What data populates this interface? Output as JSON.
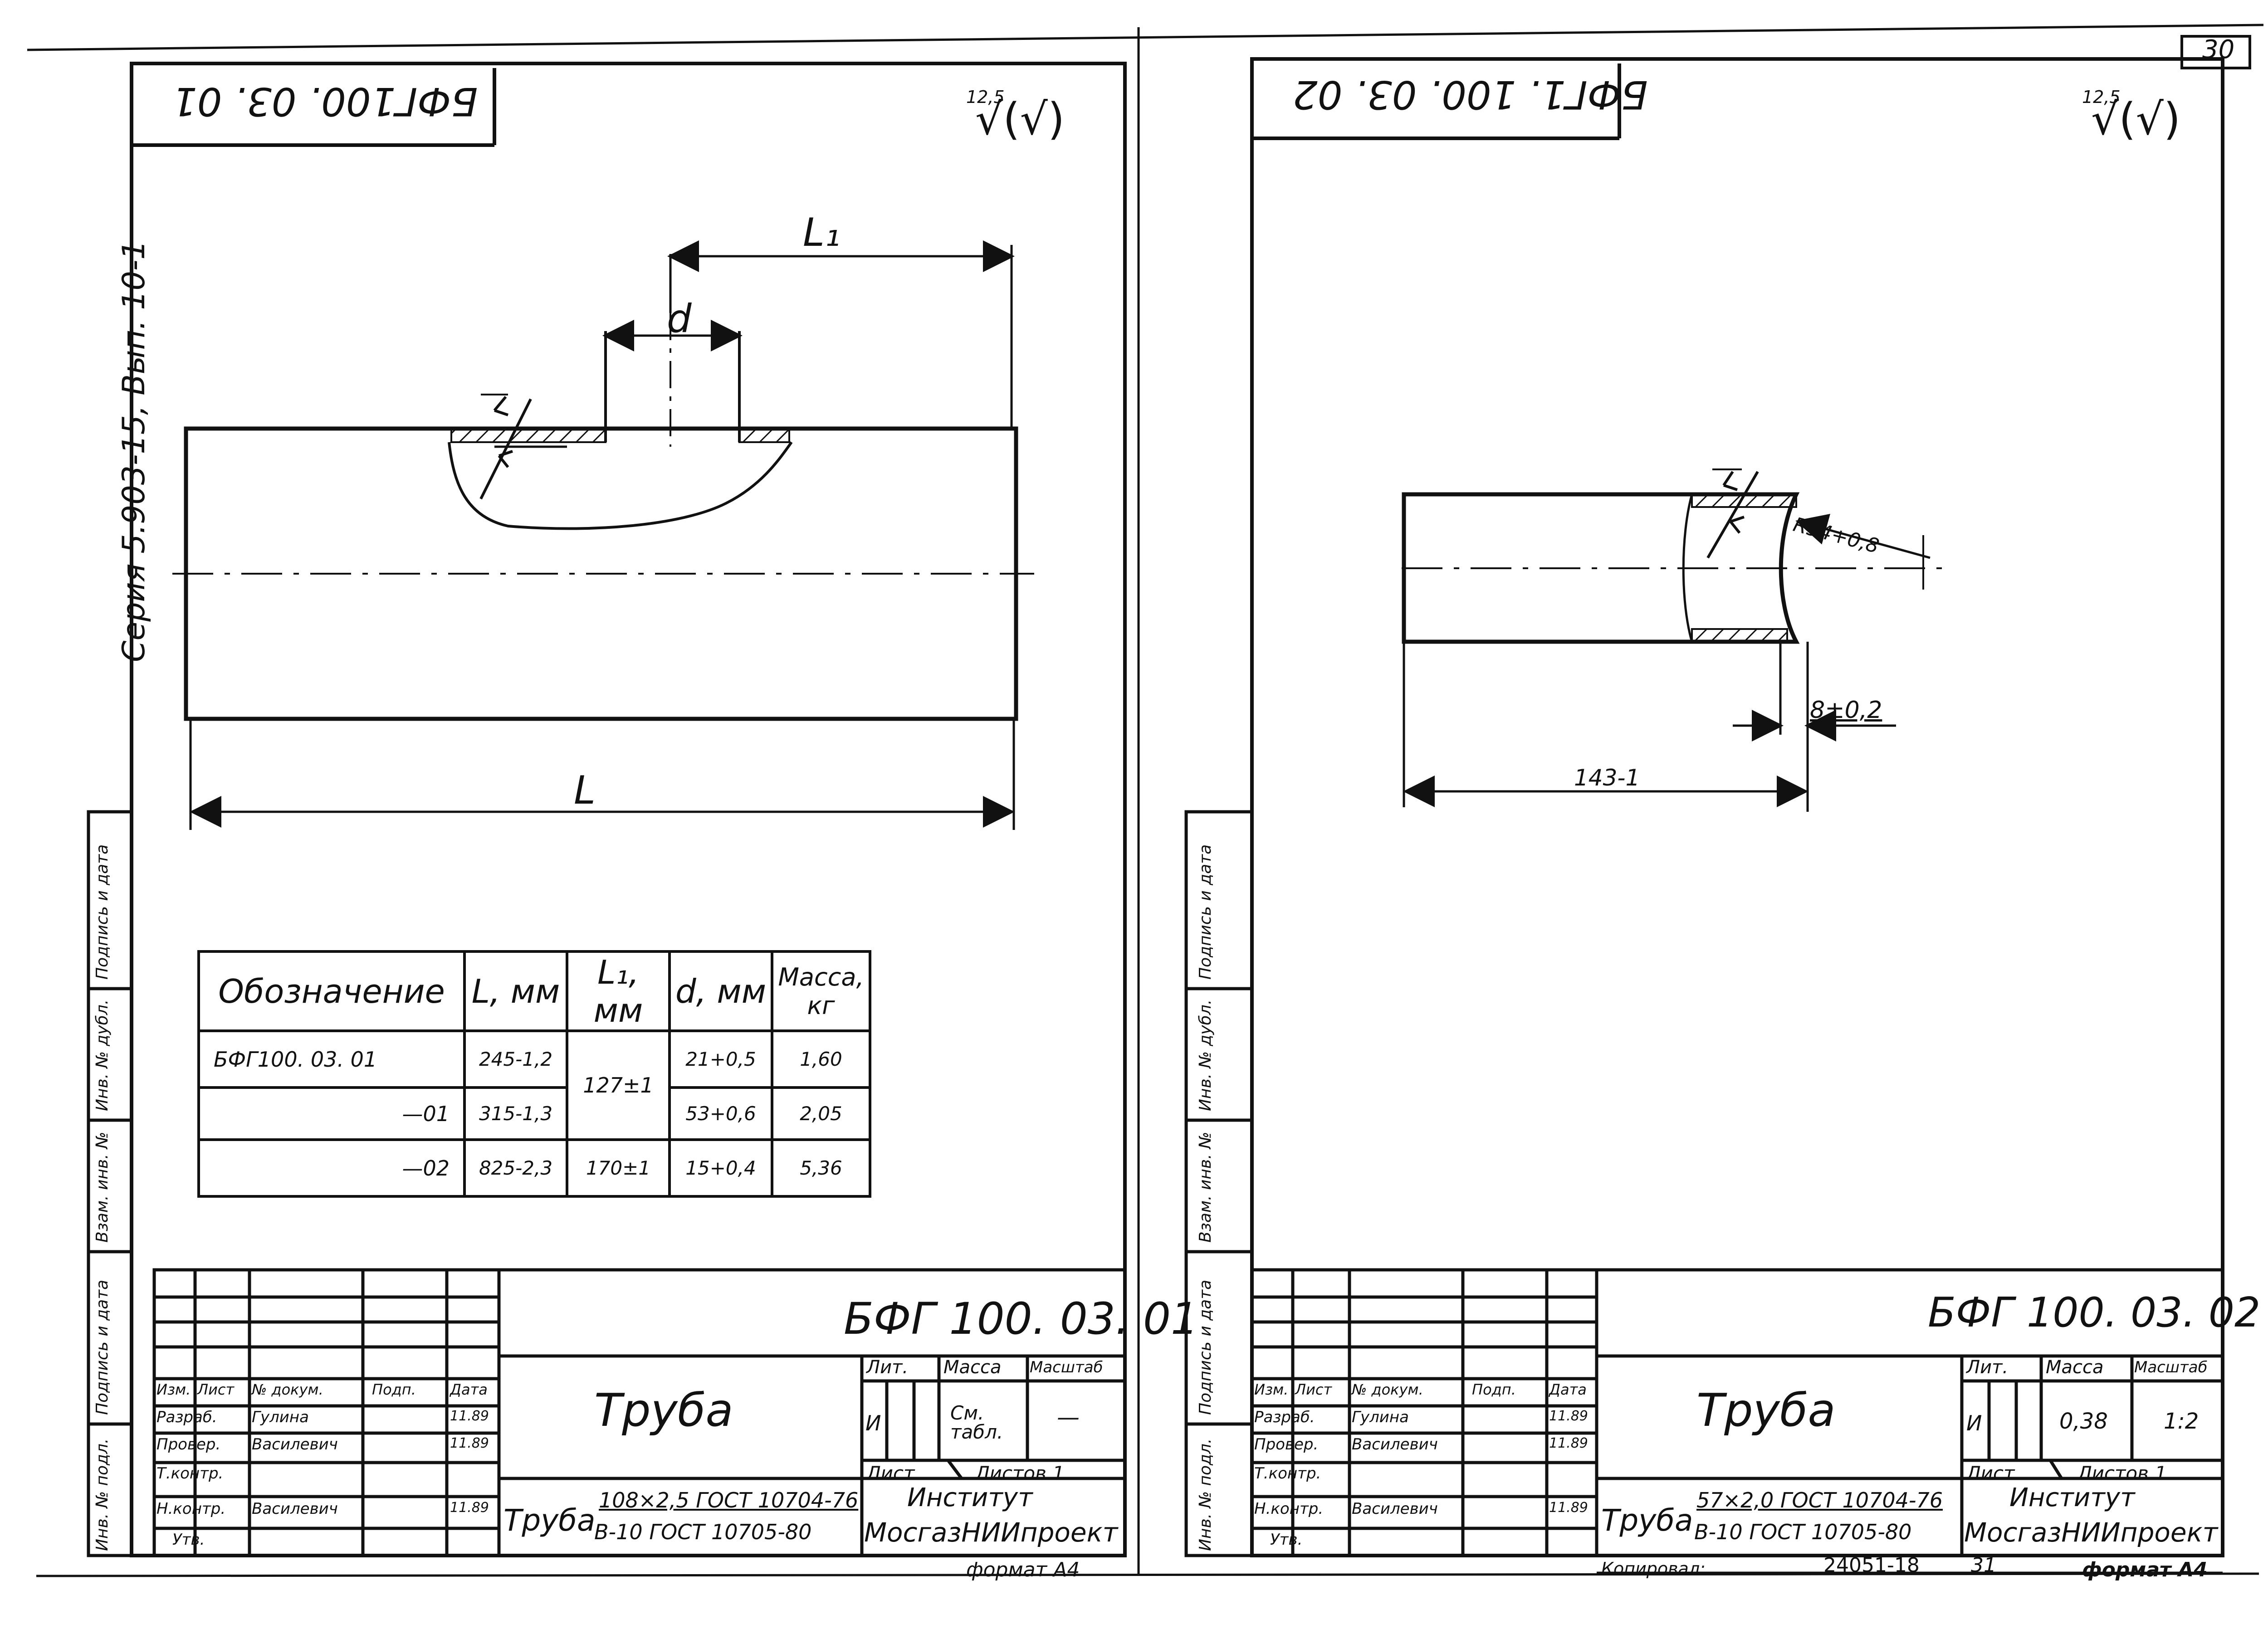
{
  "page_number": "30",
  "series": "Серия 5.903-15, Вып. 10-1",
  "side_labels": [
    "Инв. № подл.",
    "Подпись и дата",
    "Взам. инв. №",
    "Инв. № дубл.",
    "Подпись и дата"
  ],
  "left": {
    "code_box": "БФГ100. 03. 01",
    "roughness_value": "12,5",
    "roughness_symbol": "√(√)",
    "dim_L": "L",
    "dim_L1": "L₁",
    "dim_d": "d",
    "table": {
      "headers": [
        "Обозначение",
        "L, мм",
        "L₁, мм",
        "d, мм",
        "Масса, кг"
      ],
      "rows": [
        [
          "БФГ100. 03. 01",
          "245-1,2",
          "127±1",
          "21+0,5",
          "1,60"
        ],
        [
          "—01",
          "315-1,3",
          "",
          "53+0,6",
          "2,05"
        ],
        [
          "—02",
          "825-2,3",
          "170±1",
          "15+0,4",
          "5,36"
        ]
      ]
    },
    "stamp": {
      "designation": "БФГ 100. 03. 01",
      "title": "Труба",
      "material_prefix": "Труба",
      "material_line1": "108×2,5 ГОСТ 10704-76",
      "material_line2": "В-10 ГОСТ 10705-80",
      "lit_label": "Лит.",
      "mass_label": "Масса",
      "scale_label": "Масштаб",
      "lit_value": "И",
      "mass_value": "См. табл.",
      "scale_value": "—",
      "sheet_label": "Лист",
      "sheets_label": "Листов 1",
      "org_line1": "Институт",
      "org_line2": "МосгазНИИпроект",
      "format": "формат А4",
      "roles": [
        "Изм.",
        "Лист",
        "№ докум.",
        "Подп.",
        "Дата"
      ],
      "people": [
        [
          "Разраб.",
          "Гулина",
          "11.89"
        ],
        [
          "Провер.",
          "Василевич",
          "11.89"
        ],
        [
          "Т.контр.",
          "",
          ""
        ],
        [
          "Н.контр.",
          "Василевич",
          "11.89"
        ],
        [
          "Утв.",
          "",
          ""
        ]
      ]
    }
  },
  "right": {
    "code_box": "БФГ1. 100. 03. 02",
    "roughness_value": "12,5",
    "roughness_symbol": "√(√)",
    "dim_radius": "R54+0,8",
    "dim_offset": "8±0,2",
    "dim_length": "143-1",
    "stamp": {
      "designation": "БФГ 100. 03. 02",
      "title": "Труба",
      "material_prefix": "Труба",
      "material_line1": "57×2,0 ГОСТ 10704-76",
      "material_line2": "В-10 ГОСТ 10705-80",
      "lit_label": "Лит.",
      "mass_label": "Масса",
      "scale_label": "Масштаб",
      "lit_value": "И",
      "mass_value": "0,38",
      "scale_value": "1:2",
      "sheet_label": "Лист",
      "sheets_label": "Листов 1",
      "org_line1": "Институт",
      "org_line2": "МосгазНИИпроект",
      "copied": "Копировал:",
      "order_no": "24051-18",
      "sheet_no": "31",
      "format": "формат А4",
      "roles": [
        "Изм.",
        "Лист",
        "№ докум.",
        "Подп.",
        "Дата"
      ],
      "people": [
        [
          "Разраб.",
          "Гулина",
          "11.89"
        ],
        [
          "Провер.",
          "Василевич",
          "11.89"
        ],
        [
          "Т.контр.",
          "",
          ""
        ],
        [
          "Н.контр.",
          "Василевич",
          "11.89"
        ],
        [
          "Утв.",
          "",
          ""
        ]
      ]
    }
  }
}
